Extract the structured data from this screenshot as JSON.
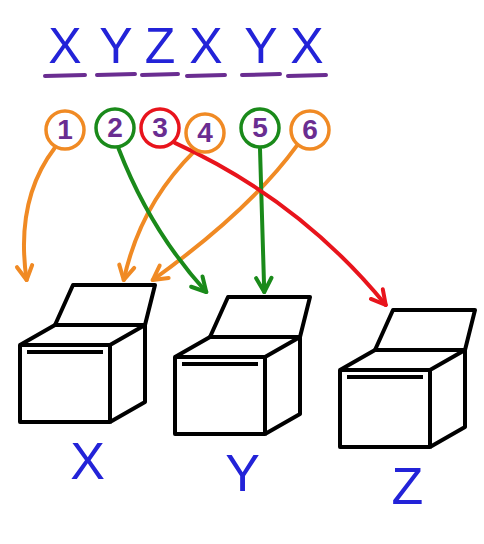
{
  "diagram": {
    "nodes": [
      {
        "text": [
          "1"
        ]
      },
      {
        "text": [
          "2"
        ]
      },
      {
        "text": [
          "3"
        ]
      },
      {
        "text": [
          "4"
        ]
      },
      {
        "text": [
          "5"
        ]
      },
      {
        "text": [
          "6"
        ]
      },
      {
        "text": [
          "X"
        ]
      },
      {
        "text": [
          "Y"
        ]
      },
      {
        "text": [
          "Z"
        ]
      }
    ],
    "edges": [
      {
        "from": 0,
        "to": 6,
        "arrow": "to"
      },
      {
        "from": 3,
        "to": 6,
        "arrow": "to"
      },
      {
        "from": 5,
        "to": 6,
        "arrow": "to"
      },
      {
        "from": 1,
        "to": 7,
        "arrow": "to"
      },
      {
        "from": 4,
        "to": 7,
        "arrow": "to"
      },
      {
        "from": 2,
        "to": 8,
        "arrow": "to"
      }
    ],
    "labels": [
      "X",
      "Y",
      "Z",
      "X",
      "Y",
      "X"
    ]
  }
}
